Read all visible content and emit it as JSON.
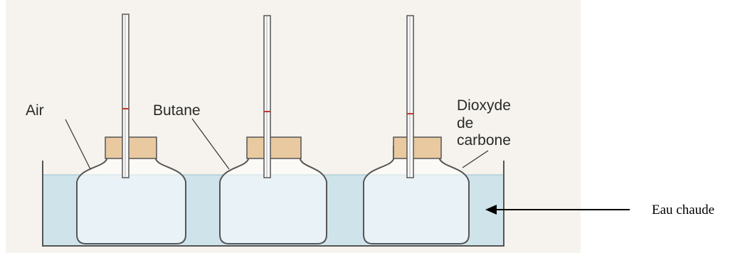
{
  "labels": {
    "flask_1": "Air",
    "flask_2": "Butane",
    "flask_3_line1": "Dioxyde",
    "flask_3_line2": "de",
    "flask_3_line3": "carbone",
    "water": "Eau chaude"
  },
  "colors": {
    "paper": "#f6f3ee",
    "water": "#cfe3ea",
    "cork": "#e8c9a0",
    "outline": "#555555",
    "tube_mark": "#c0392b"
  }
}
